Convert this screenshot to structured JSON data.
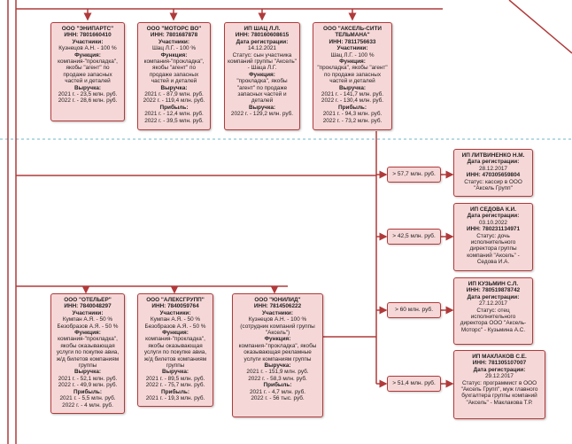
{
  "top_boxes": [
    {
      "title": "ООО \"ЭНИПАРТС\"",
      "inn": "ИНН: 7801660410",
      "part_h": "Участники:",
      "part": "Кузнецов А.Н. - 100 %",
      "func_h": "Функция:",
      "func": "компания-\"прокладка\", якобы \"агент\" по продаже запасных частей и деталей",
      "rev_h": "Выручка:",
      "rev1": "2021 г. - 23,5 млн. руб.",
      "rev2": "2022 г. - 28,6 млн. руб."
    },
    {
      "title": "ООО \"МОТОРС ВО\"",
      "inn": "ИНН: 7801687878",
      "part_h": "Участники:",
      "part": "Шац Л.Г. - 100 %",
      "func_h": "Функция:",
      "func": "компания-\"прокладка\", якобы \"агент\" по продаже запасных частей и деталей",
      "rev_h": "Выручка:",
      "rev1": "2021 г. - 87,9 млн. руб.",
      "rev2": "2022 г. - 119,4 млн. руб.",
      "prof_h": "Прибыль:",
      "prof1": "2021 г. - 12,4 млн. руб.",
      "prof2": "2022 г. - 39,5 млн. руб."
    },
    {
      "title": "ИП ШАЦ Л.Л.",
      "inn": "ИНН: 780160608615",
      "reg_h": "Дата регистрации:",
      "reg": "14.12.2021",
      "status": "Статус: сын участника компаний группы \"Аксель\" - Шаца Л.Г.",
      "func_h": "Функция:",
      "func": "\"прокладка\", якобы \"агент\" по продаже запасных частей и деталей",
      "rev_h": "Выручка:",
      "rev1": "2022 г. - 129,2 млн. руб."
    },
    {
      "title": "ООО \"АКСЕЛЬ-СИТИ ТЕЛЬМАНА\"",
      "inn": "ИНН: 7811756633",
      "part_h": "Участники:",
      "part": "Шац Л.Г. - 100 %",
      "func_h": "Функция:",
      "func": "\"прокладка\", якобы \"агент\" по продаже запасных частей и деталей",
      "rev_h": "Выручка:",
      "rev1": "2021 г. - 141,7 млн. руб.",
      "rev2": "2022 г. - 130,4 млн. руб.",
      "prof_h": "Прибыль:",
      "prof1": "2021 г. - 94,3 млн. руб.",
      "prof2": "2022 г. - 73,2 млн. руб."
    }
  ],
  "bottom_boxes": [
    {
      "title": "ООО \"ОТЕЛЬЕР\"",
      "inn": "ИНН: 7840048297",
      "part_h": "Участники:",
      "part1": "Кумпан А.Я. - 50 %",
      "part2": "Безобразов А.Я. - 50 %",
      "func_h": "Функция:",
      "func": "компания-\"прокладка\", якобы оказывающая услуги по покупке авиа, ж/д билетов компаниям группы",
      "rev_h": "Выручка:",
      "rev1": "2021 г. - 52,1 млн. руб.",
      "rev2": "2022 г. - 49,9 млн. руб.",
      "prof_h": "Прибыль:",
      "prof1": "2021 г. - 5,5 млн. руб.",
      "prof2": "2022 г. - 4 млн. руб."
    },
    {
      "title": "ООО \"АЛЕКСГРУПП\"",
      "inn": "ИНН: 7840059764",
      "part_h": "Участники:",
      "part1": "Кумпан А.Я. - 50 %",
      "part2": "Безобразов А.Я. - 50 %",
      "func_h": "Функция:",
      "func": "компания-\"прокладка\", якобы оказывающая услуги по покупке авиа, ж/д билетов компаниям группы",
      "rev_h": "Выручка:",
      "rev1": "2021 г. - 89,5 млн. руб.",
      "rev2": "2022 г. - 75,7 млн. руб.",
      "prof_h": "Прибыль:",
      "prof1": "2021 г. - 19,3 млн. руб."
    },
    {
      "title": "ООО \"ЮНИЛИД\"",
      "inn": "ИНН: 7814506222",
      "part_h": "Участники:",
      "part1": "Кузнецов А.Н. - 100 % (сотрудник компаний группы \"Аксель\")",
      "func_h": "Функция:",
      "func": "компания-\"прокладка\", якобы оказывающая рекламные услуги компаниям группы",
      "rev_h": "Выручка:",
      "rev1": "2021 г. - 151,9 млн. руб.",
      "rev2": "2022 г. - 58,3 млн. руб.",
      "prof_h": "Прибыль:",
      "prof1": "2021 г. - 4,7 млн. руб.",
      "prof2": "2022 г. - 56 тыс. руб."
    }
  ],
  "amounts": [
    "> 57,7 млн. руб.",
    "> 42,5 млн. руб.",
    "> 60 млн. руб.",
    "> 51,4 млн. руб."
  ],
  "ip_boxes": [
    {
      "title": "ИП ЛИТВИНЕНКО Н.М.",
      "reg_h": "Дата регистрации:",
      "reg": "28.12.2017",
      "inn": "ИНН: 470305659804",
      "status": "Статус: кассир в ООО \"Аксель Групп\""
    },
    {
      "title": "ИП СЕДОВА К.И.",
      "reg_h": "Дата регистрации:",
      "reg": "03.10.2022",
      "inn": "ИНН: 780231134971",
      "status": "Статус: дочь исполнительного директора группы компаний \"Аксель\" - Седова И.А."
    },
    {
      "title": "ИП КУЗЬМИН С.Л.",
      "inn": "ИНН: 780519878742",
      "reg_h": "Дата регистрации:",
      "reg": "27.12.2017",
      "status": "Статус: отец исполнительного директора ООО \"Аксель-Моторс\" - Кузьмина А.С."
    },
    {
      "title": "ИП МАКЛАКОВ С.Е.",
      "inn": "ИНН: 781305107007",
      "reg_h": "Дата регистрации:",
      "reg": "29.12.2017",
      "status": "Статус: программист в ООО \"Аксель Групп\", муж главного бухгалтера группы компаний \"Аксель\" - Маклакова Т.Р."
    }
  ],
  "colors": {
    "box_fill": "#f6d7d7",
    "box_border": "#b03a3a",
    "line": "#b03a3a",
    "divider": "#6fb7c9"
  }
}
